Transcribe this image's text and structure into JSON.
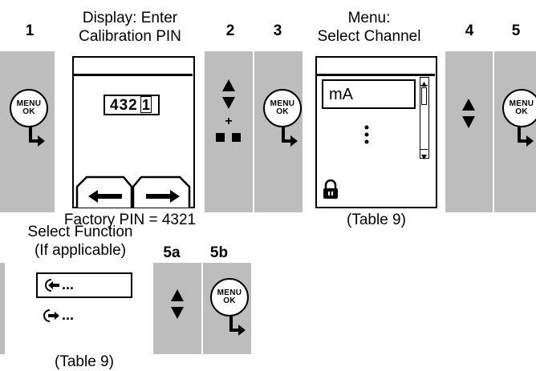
{
  "steps": {
    "s1": "1",
    "s2": "2",
    "s3": "3",
    "s4": "4",
    "s5": "5",
    "s5a": "5a",
    "s5b": "5b"
  },
  "captions": {
    "display_line1": "Display: Enter",
    "display_line2": "Calibration PIN",
    "menu_line1": "Menu:",
    "menu_line2": "Select Channel",
    "factory_pin": "Factory PIN = 4321",
    "table_ref_1": "(Table 9)",
    "function_line1": "Select Function",
    "function_line2": "(If applicable)",
    "table_ref_2": "(Table 9)"
  },
  "buttons": {
    "menu_label": "MENU",
    "ok_label": "OK",
    "plus": "+"
  },
  "pin_screen": {
    "digits": "432",
    "cursor_digit": "1"
  },
  "channel_screen": {
    "selected_item": "mA",
    "more_indicator": "⋮"
  },
  "function_screen": {
    "option1": "...",
    "option2": "..."
  },
  "icons": [
    "menu-ok-button-icon",
    "enter-arrow-icon",
    "up-arrow-icon",
    "down-arrow-icon",
    "square-icon",
    "left-arrow-icon",
    "right-arrow-icon",
    "lock-icon",
    "input-icon",
    "output-icon"
  ],
  "colors": {
    "panel_gray": "#bdbdbd"
  }
}
